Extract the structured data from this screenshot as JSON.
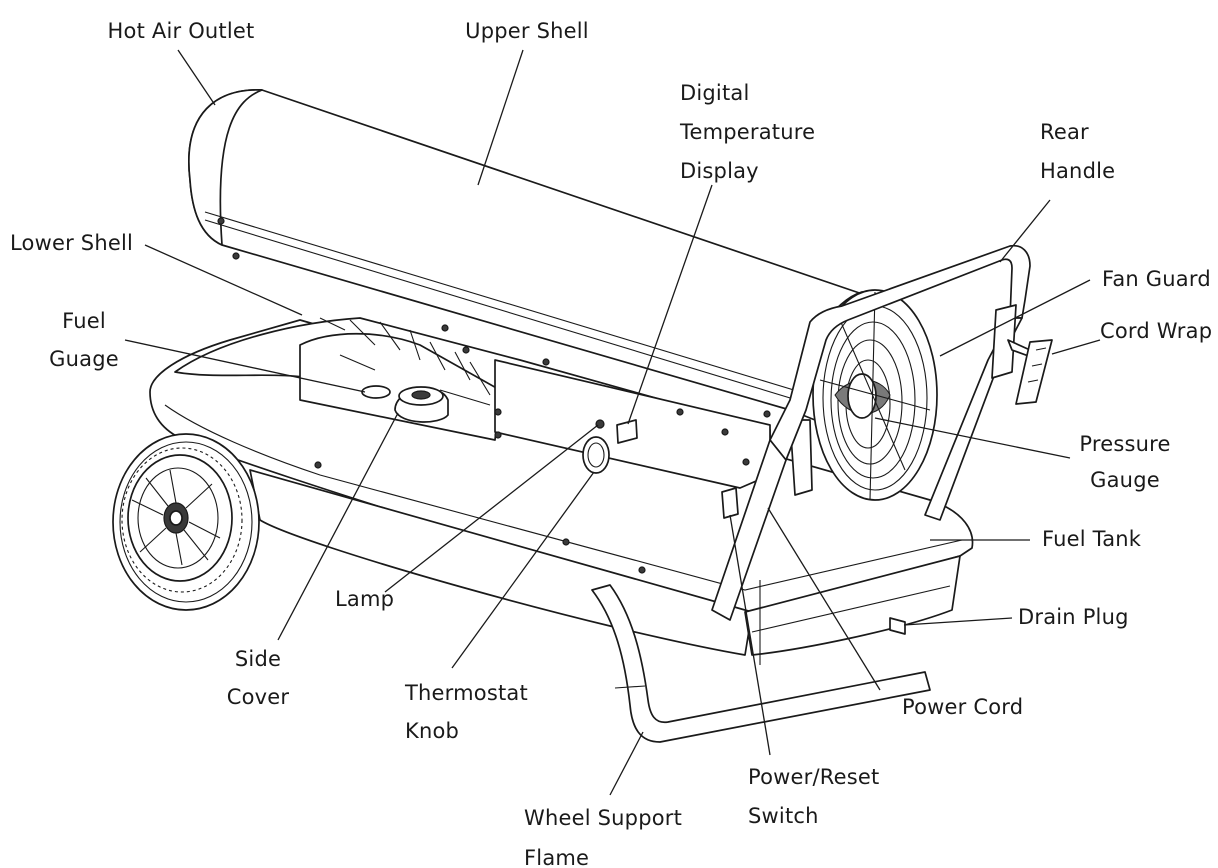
{
  "labels": {
    "hot_air_outlet": "Hot Air Outlet",
    "upper_shell": "Upper Shell",
    "digital_temperature_display": "Digital\nTemperature\nDisplay",
    "rear_handle": "Rear\nHandle",
    "lower_shell": "Lower Shell",
    "fan_guard": "Fan Guard",
    "fuel_guage": "Fuel\nGuage",
    "cord_wrap": "Cord Wrap",
    "pressure_gauge": "Pressure\nGauge",
    "fuel_tank": "Fuel Tank",
    "drain_plug": "Drain Plug",
    "lamp": "Lamp",
    "side_cover": "Side\nCover",
    "thermostat_knob": "Thermostat\nKnob",
    "power_cord": "Power Cord",
    "power_reset_switch": "Power/Reset\nSwitch",
    "wheel_support_flame": "Wheel Support\nFlame"
  },
  "colors": {
    "line": "#1a1a1a",
    "background": "#ffffff"
  }
}
